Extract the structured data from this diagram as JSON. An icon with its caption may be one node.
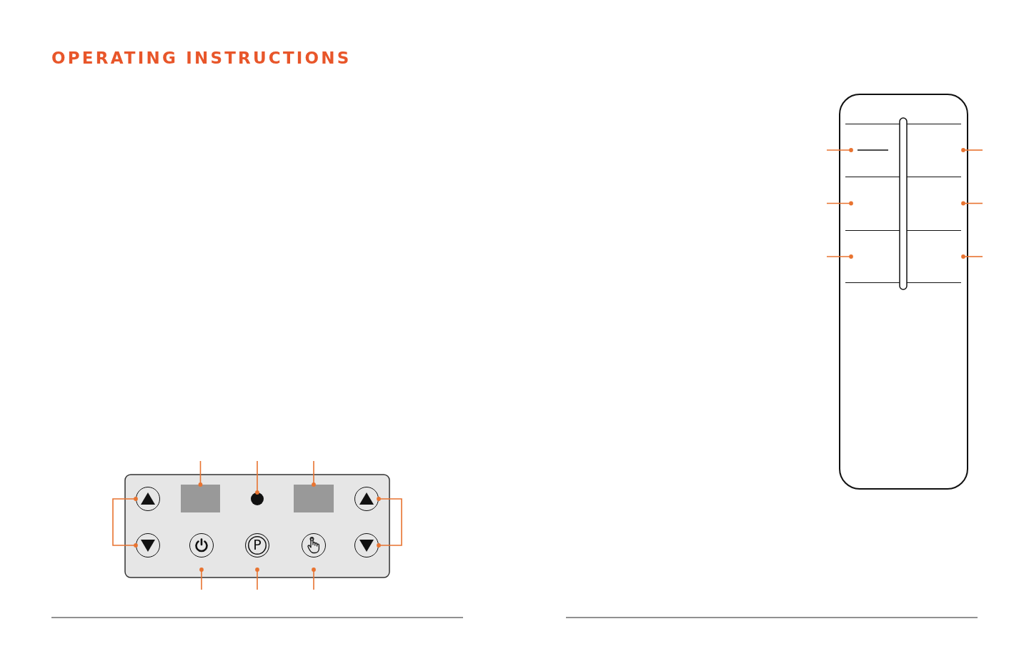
{
  "diagram": {
    "title": "OPERATING INSTRUCTIONS",
    "nodes": [
      {
        "text": [],
        "shape": "circle"
      },
      {
        "text": [],
        "shape": "box"
      },
      {
        "text": [],
        "shape": "circle"
      },
      {
        "text": [],
        "shape": "box"
      },
      {
        "text": [],
        "shape": "circle"
      },
      {
        "text": [],
        "shape": "circle"
      },
      {
        "text": [],
        "shape": "circle"
      },
      {
        "text": [
          "P"
        ]
      },
      {
        "text": [],
        "shape": "circle"
      },
      {
        "text": [],
        "shape": "circle"
      },
      {
        "text": [],
        "shape": "box"
      },
      {
        "text": [],
        "shape": "box"
      },
      {
        "text": [],
        "shape": "box"
      },
      {
        "text": [],
        "shape": "box"
      },
      {
        "text": [],
        "shape": "box"
      },
      {
        "text": [],
        "shape": "box"
      }
    ],
    "edges": [
      {
        "from": null,
        "to": 1,
        "arrow": "other"
      },
      {
        "from": null,
        "to": 2,
        "arrow": "other"
      },
      {
        "from": null,
        "to": 3,
        "arrow": "other"
      },
      {
        "from": 0,
        "to": 5,
        "arrow": "other"
      },
      {
        "from": 4,
        "to": 9,
        "arrow": "other"
      },
      {
        "from": null,
        "to": 6,
        "arrow": "other"
      },
      {
        "from": null,
        "to": 7,
        "arrow": "other"
      },
      {
        "from": null,
        "to": 8,
        "arrow": "other"
      },
      {
        "from": null,
        "to": 10,
        "arrow": "other"
      },
      {
        "from": null,
        "to": 11,
        "arrow": "other"
      },
      {
        "from": null,
        "to": 12,
        "arrow": "other"
      },
      {
        "from": null,
        "to": 13,
        "arrow": "other"
      },
      {
        "from": null,
        "to": 14,
        "arrow": "other"
      },
      {
        "from": null,
        "to": 15,
        "arrow": "other"
      }
    ]
  }
}
